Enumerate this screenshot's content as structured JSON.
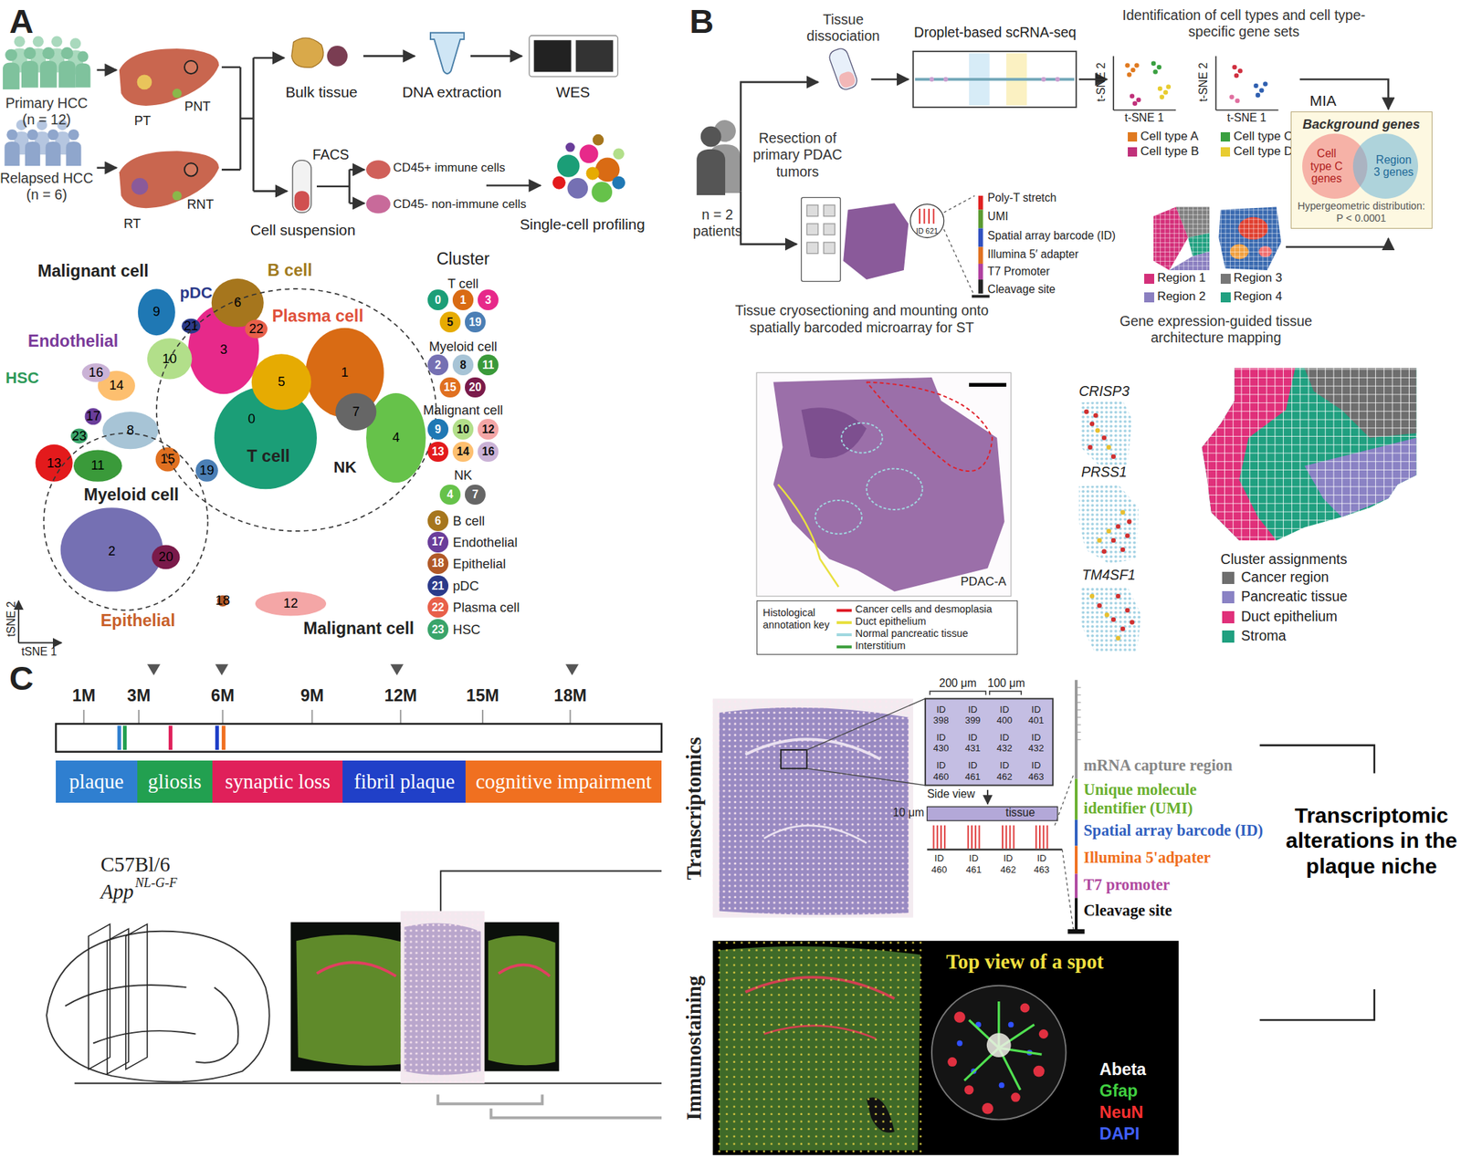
{
  "diagram": {
    "nodes": [
      {
        "text": [
          "MIA",
          "Background genes",
          "Hypergeometric distribution: P < 0.0001"
        ]
      },
      {
        "text": [
          "Cell type C genes"
        ],
        "in": 0
      },
      {
        "text": [
          "Region 3 genes"
        ],
        "in": 0
      },
      {
        "text": [
          "Histological annotation key"
        ]
      },
      {
        "text": [
          "plaque"
        ]
      },
      {
        "text": [
          "gliosis"
        ]
      },
      {
        "text": [
          "synaptic loss"
        ]
      },
      {
        "text": [
          "fibril plaque"
        ]
      },
      {
        "text": [
          "cognitive impairment"
        ]
      }
    ],
    "labels": [
      "A",
      "Primary HCC (n = 12)",
      "Relapsed HCC (n = 6)",
      "PT",
      "PNT",
      "RT",
      "RNT",
      "Bulk tissue",
      "DNA extraction",
      "WES",
      "FACS",
      "CD45+ immune cells",
      "CD45- non-immune cells",
      "Cell suspension",
      "Single-cell profiling",
      "Malignant cell",
      "B cell",
      "pDC",
      "Plasma cell",
      "Endothelial",
      "HSC",
      "T cell",
      "NK",
      "Myeloid cell",
      "Epithelial",
      "Malignant cell",
      "tSNE 2",
      "tSNE 1",
      "0",
      "1",
      "2",
      "3",
      "4",
      "5",
      "6",
      "7",
      "8",
      "9",
      "10",
      "11",
      "12",
      "13",
      "14",
      "15",
      "16",
      "17",
      "18",
      "19",
      "20",
      "21",
      "22",
      "23",
      "Cluster",
      "T cell",
      "Myeloid cell",
      "Malignant cell",
      "NK",
      "B cell",
      "Endothelial",
      "Epithelial",
      "pDC",
      "Plasma cell",
      "HSC",
      "B",
      "Tissue dissociation",
      "Droplet-based scRNA-seq",
      "Identification of cell types and cell type-specific gene sets",
      "t-SNE 2",
      "t-SNE 1",
      "t-SNE 2",
      "t-SNE 1",
      "Resection of primary PDAC tumors",
      "n = 2 patients",
      "ID 621",
      "Poly-T stretch",
      "UMI",
      "Spatial array barcode (ID)",
      "Illumina 5′ adapter",
      "T7 Promoter",
      "Cleavage site",
      "Tissue cryosectioning and mounting onto spatially barcoded microarray for ST",
      "Gene expression-guided tissue architecture mapping",
      "PDAC-A",
      "CRISP3",
      "PRSS1",
      "TM4SF1",
      "Cluster assignments",
      "C",
      "1M",
      "3M",
      "6M",
      "9M",
      "12M",
      "15M",
      "18M",
      "C57Bl/6",
      "App",
      "NL-G-F",
      "Transcriptomics",
      "200 μm",
      "100 μm",
      "ID 398",
      "ID 399",
      "ID 400",
      "ID 401",
      "ID 430",
      "ID 431",
      "ID 432",
      "ID 432",
      "ID 460",
      "ID 461",
      "ID 462",
      "ID 463",
      "Side view",
      "10 μm",
      "tissue",
      "ID 460",
      "ID 461",
      "ID 462",
      "ID 463",
      "mRNA capture region",
      "Unique molecule identifier (UMI)",
      "Spatial array barcode (ID)",
      "Illumina 5'adpater",
      "T7 promoter",
      "Cleavage site",
      "Transcriptomic alterations in the plaque niche",
      "Immunostaining",
      "Top view of a spot",
      "Abeta",
      "Gfap",
      "NeuN",
      "DAPI"
    ],
    "legend": [
      {
        "text": "0",
        "color": "#1b9e77"
      },
      {
        "text": "1",
        "color": "#d96b14"
      },
      {
        "text": "3",
        "color": "#e7298a"
      },
      {
        "text": "5",
        "color": "#e6ab02"
      },
      {
        "text": "19",
        "color": "#4b7fb5"
      },
      {
        "text": "2",
        "color": "#7570b3"
      },
      {
        "text": "8",
        "color": "#a7c4d6"
      },
      {
        "text": "11",
        "color": "#3a9a3a"
      },
      {
        "text": "15",
        "color": "#e07020"
      },
      {
        "text": "20",
        "color": "#7a1a4a"
      },
      {
        "text": "9",
        "color": "#1f78b4"
      },
      {
        "text": "10",
        "color": "#b2df8a"
      },
      {
        "text": "12",
        "color": "#f4a6a6"
      },
      {
        "text": "13",
        "color": "#e31a1c"
      },
      {
        "text": "14",
        "color": "#fdbf6f"
      },
      {
        "text": "16",
        "color": "#cab2d6"
      },
      {
        "text": "4",
        "color": "#66c24a"
      },
      {
        "text": "7",
        "color": "#666666"
      },
      {
        "text": "6",
        "color": "#a6761d"
      },
      {
        "text": "17",
        "color": "#6a3d9a"
      },
      {
        "text": "18",
        "color": "#b15928"
      },
      {
        "text": "21",
        "color": "#2b3a8a"
      },
      {
        "text": "22",
        "color": "#e8604a"
      },
      {
        "text": "23",
        "color": "#3aa46a"
      },
      {
        "text": "Cell type A",
        "color": "#e07a20"
      },
      {
        "text": "Cell type C",
        "color": "#3aa040"
      },
      {
        "text": "Cell type B",
        "color": "#c0307a"
      },
      {
        "text": "Cell type D",
        "color": "#e8cc30"
      },
      {
        "text": "Region 1",
        "color": "#d4307a"
      },
      {
        "text": "Region 3",
        "color": "#777777"
      },
      {
        "text": "Region 2",
        "color": "#8a7fc0"
      },
      {
        "text": "Region 4",
        "color": "#20a080"
      },
      {
        "text": "Cancer cells and desmoplasia",
        "color": "#e0202a"
      },
      {
        "text": "Duct epithelium",
        "color": "#e8e040"
      },
      {
        "text": "Normal pancreatic tissue",
        "color": "#a0d8e0"
      },
      {
        "text": "Interstitium",
        "color": "#40a040"
      },
      {
        "text": "Cancer region",
        "color": "#6e6e6e"
      },
      {
        "text": "Pancreatic tissue",
        "color": "#8a82c4"
      },
      {
        "text": "Duct epithelium",
        "color": "#e0307a"
      },
      {
        "text": "Stroma",
        "color": "#20a080"
      }
    ]
  }
}
